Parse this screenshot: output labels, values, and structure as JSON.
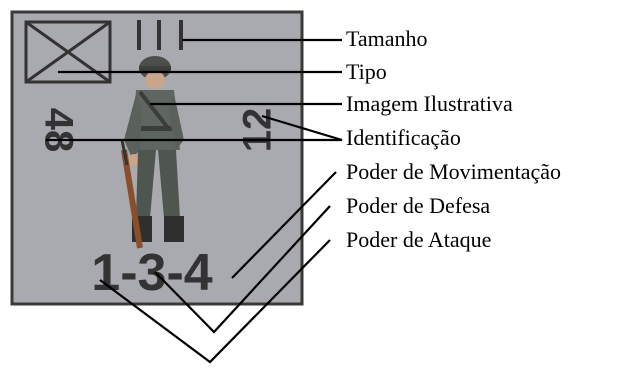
{
  "counter": {
    "background_color": "#a9aab0",
    "border_color": "#3a3a3a",
    "size_marker": "III",
    "left_id": "48",
    "right_id": "12",
    "stats": "1-3-4"
  },
  "labels": {
    "size": "Tamanho",
    "type": "Tipo",
    "image": "Imagem Ilustrativa",
    "identification": "Identificação",
    "movement": "Poder de Movimentação",
    "defense": "Poder de Defesa",
    "attack": "Poder de Ataque"
  },
  "icons": {
    "unit_type": "infantry-symbol-icon",
    "illustration": "soldier-illustration"
  }
}
